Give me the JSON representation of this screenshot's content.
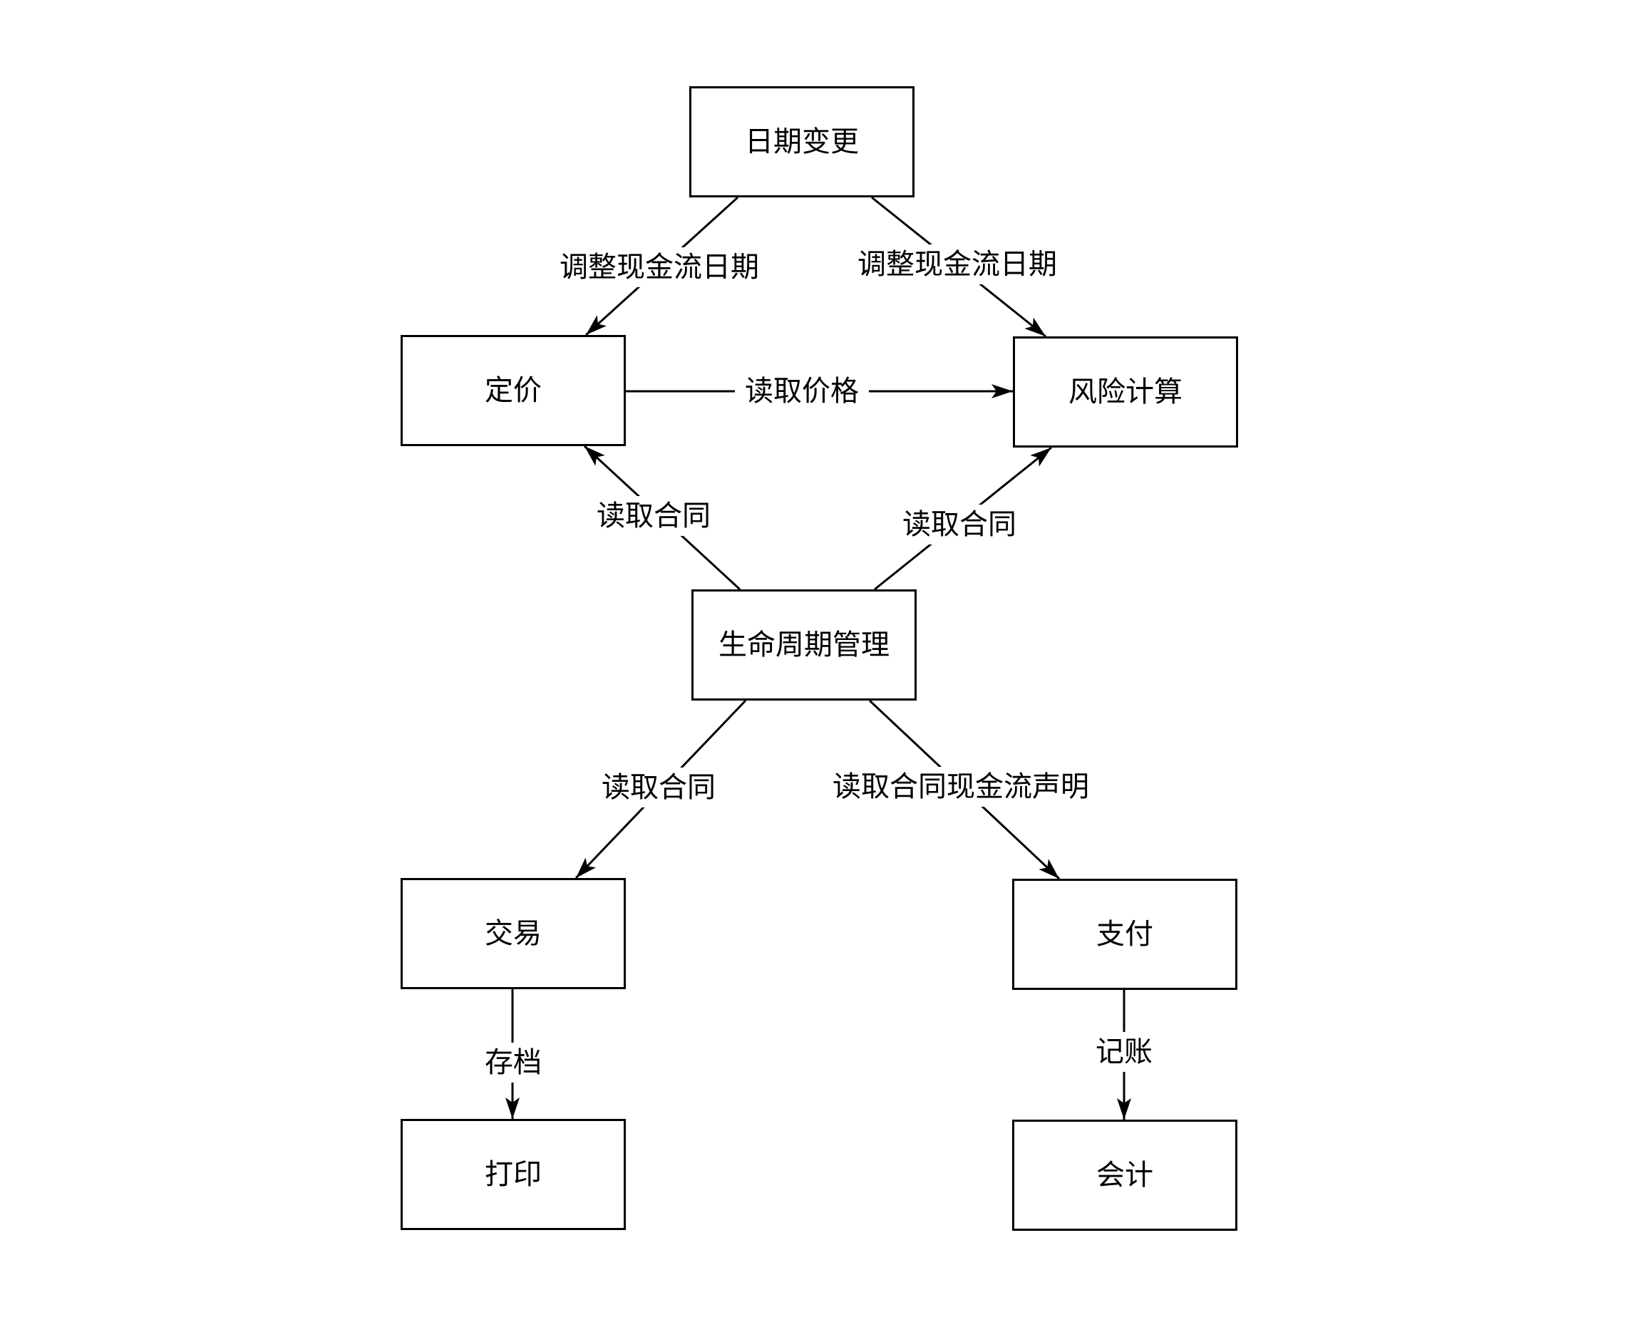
{
  "diagram": {
    "type": "flowchart",
    "colors": {
      "background": "#ffffff",
      "stroke": "#000000",
      "text": "#000000"
    },
    "nodes": [
      {
        "id": "date-change",
        "label": "日期变更"
      },
      {
        "id": "pricing",
        "label": "定价"
      },
      {
        "id": "risk-calculation",
        "label": "风险计算"
      },
      {
        "id": "lifecycle-management",
        "label": "生命周期管理"
      },
      {
        "id": "trading",
        "label": "交易"
      },
      {
        "id": "payment",
        "label": "支付"
      },
      {
        "id": "printing",
        "label": "打印"
      },
      {
        "id": "accounting",
        "label": "会计"
      }
    ],
    "edges": [
      {
        "from": "date-change",
        "to": "pricing",
        "label": "调整现金流日期"
      },
      {
        "from": "date-change",
        "to": "risk-calculation",
        "label": "调整现金流日期"
      },
      {
        "from": "pricing",
        "to": "risk-calculation",
        "label": "读取价格"
      },
      {
        "from": "lifecycle-management",
        "to": "pricing",
        "label": "读取合同"
      },
      {
        "from": "lifecycle-management",
        "to": "risk-calculation",
        "label": "读取合同"
      },
      {
        "from": "lifecycle-management",
        "to": "trading",
        "label": "读取合同"
      },
      {
        "from": "lifecycle-management",
        "to": "payment",
        "label": "读取合同现金流声明"
      },
      {
        "from": "trading",
        "to": "printing",
        "label": "存档"
      },
      {
        "from": "payment",
        "to": "accounting",
        "label": "记账"
      }
    ]
  }
}
